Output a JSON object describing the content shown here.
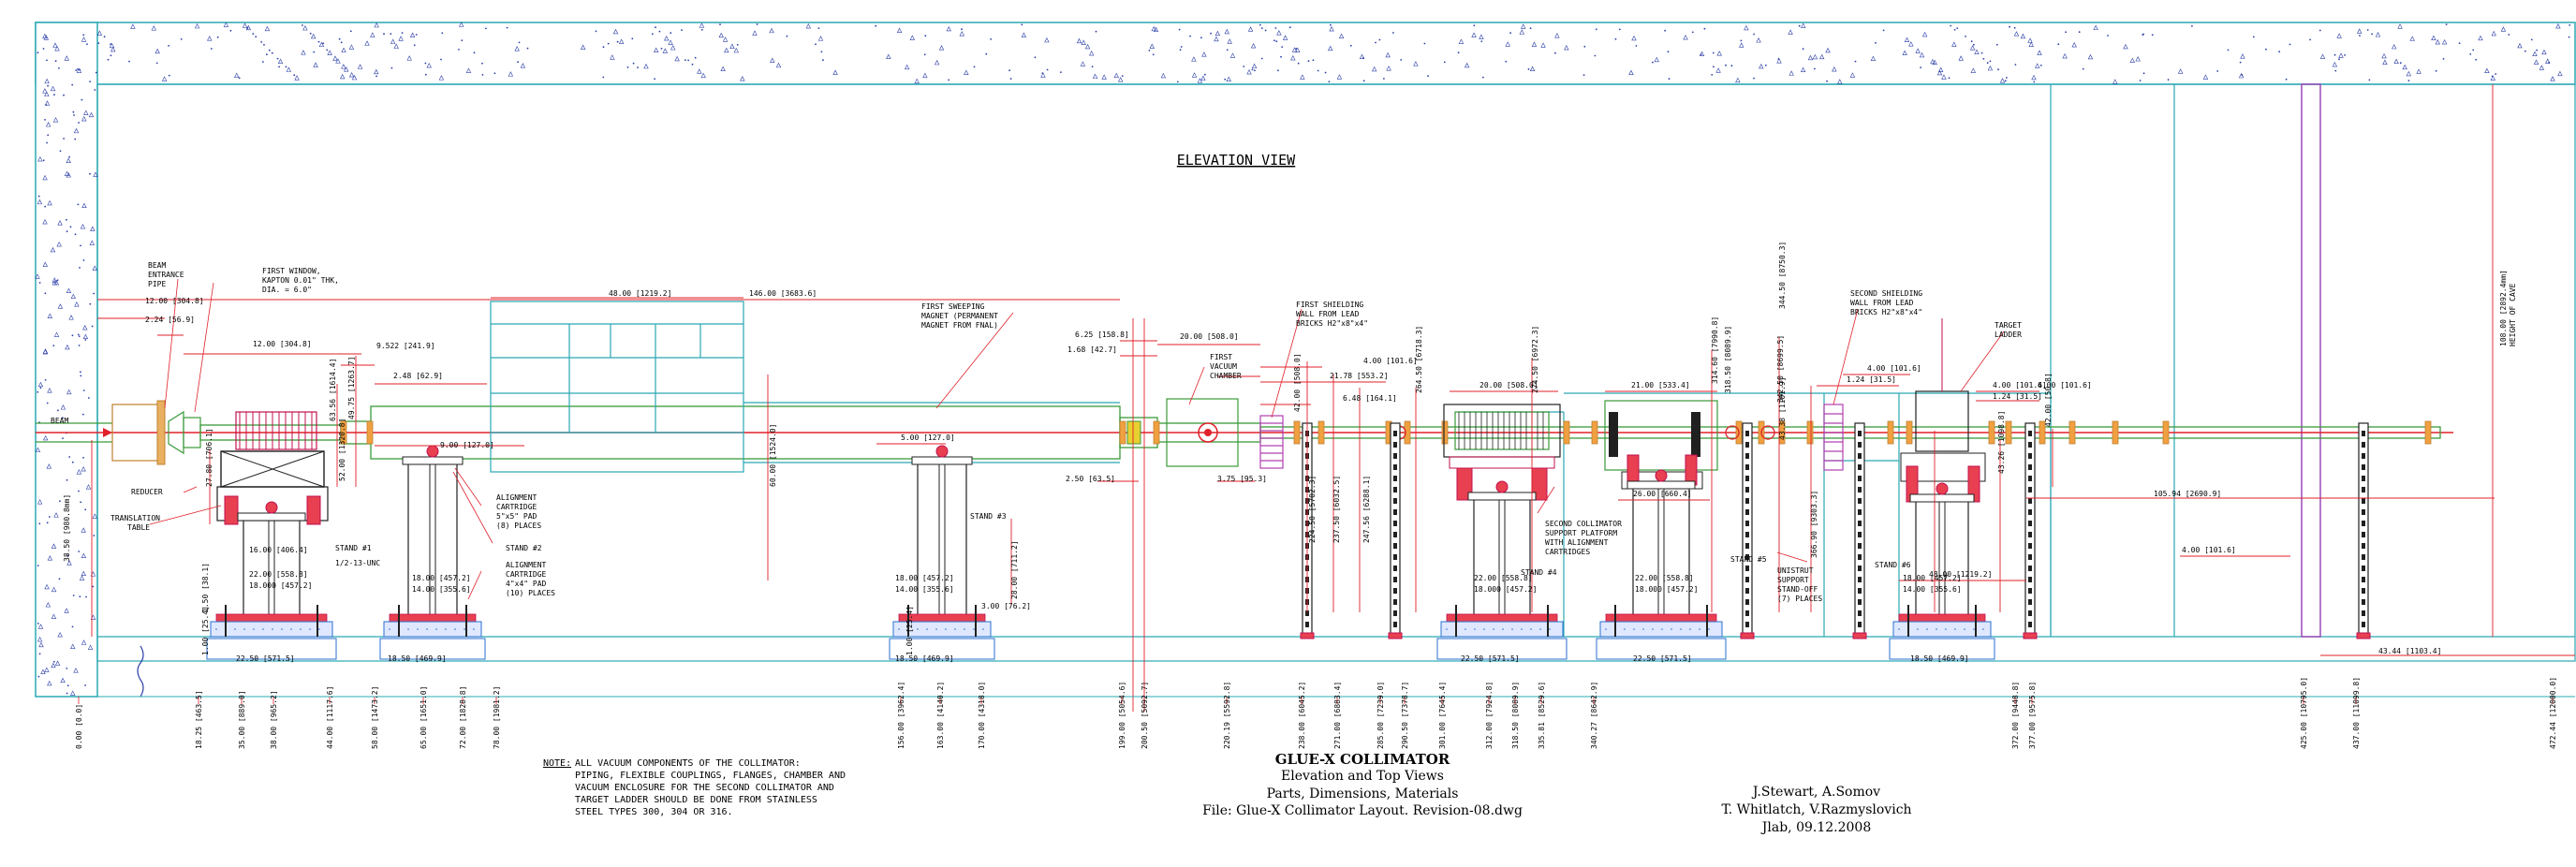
{
  "view_title": "ELEVATION VIEW",
  "title_block": {
    "line1": "GLUE-X COLLIMATOR",
    "line2": "Elevation and Top Views",
    "line3": "Parts, Dimensions, Materials",
    "line4": "File: Glue-X Collimator Layout. Revision-08.dwg",
    "authors1": "J.Stewart, A.Somov",
    "authors2": "T. Whitlatch, V.Razmyslovich",
    "lab_date": "Jlab, 09.12.2008"
  },
  "note": {
    "head": "NOTE:",
    "lines": [
      "ALL VACUUM COMPONENTS OF THE COLLIMATOR:",
      "PIPING, FLEXIBLE COUPLINGS, FLANGES, CHAMBER AND",
      "VACUUM ENCLOSURE FOR THE SECOND COLLIMATOR AND",
      "TARGET LADDER SHOULD BE DONE FROM STAINLESS",
      "STEEL TYPES 300, 304 OR 316."
    ]
  },
  "labels": {
    "beam": "BEAM",
    "beam_pipe": [
      "BEAM",
      "ENTRANCE",
      "PIPE"
    ],
    "first_window": [
      "FIRST WINDOW,",
      "KAPTON 0.01\" THK,",
      "DIA. = 6.0\""
    ],
    "reducer": "REDUCER",
    "translation_table": [
      "TRANSLATION",
      "TABLE"
    ],
    "stand1": "STAND #1",
    "stand2": "STAND #2",
    "stand3": "STAND #3",
    "stand4": "STAND #4",
    "stand5": "STAND #5",
    "stand6": "STAND #6",
    "unc": "1/2-13-UNC",
    "cartridge1": [
      "ALIGNMENT",
      "CARTRIDGE",
      "5\"x5\" PAD",
      "(8) PLACES"
    ],
    "cartridge2": [
      "ALIGNMENT",
      "CARTRIDGE",
      "4\"x4\" PAD",
      "(10) PLACES"
    ],
    "sweep_magnet": [
      "FIRST SWEEPING",
      "MAGNET (PERMANENT",
      "MAGNET FROM FNAL)"
    ],
    "vacuum_chamber": [
      "FIRST",
      "VACUUM",
      "CHAMBER"
    ],
    "shield1": [
      "FIRST SHIELDING",
      "WALL FROM LEAD",
      "BRICKS H2\"x8\"x4\""
    ],
    "shield2": [
      "SECOND SHIELDING",
      "WALL FROM LEAD",
      "BRICKS H2\"x8\"x4\""
    ],
    "second_platform": [
      "SECOND COLLIMATOR",
      "SUPPORT PLATFORM",
      "WITH ALIGNMENT",
      "CARTRIDGES"
    ],
    "unistrut": [
      "UNISTRUT",
      "SUPPORT",
      "STAND-OFF",
      "(7) PLACES"
    ],
    "target_ladder": [
      "TARGET",
      "LADDER"
    ],
    "height_of_cave": [
      "108.00 [2892.4mm]",
      "HEIGHT OF CAVE"
    ]
  },
  "horizontal_dims": [
    "146.00 [3683.6]",
    "48.00 [1219.2]",
    "12.00 [304.8]",
    "2.24 [56.9]",
    "12.00 [304.8]",
    "9.522 [241.9]",
    "2.48 [62.9]",
    "9.00 [127.0]",
    "5.00 [127.0]",
    "6.25 [158.8]",
    "1.68 [42.7]",
    "20.00 [508.0]",
    "4.00 [101.6]",
    "4.00 [101.6]",
    "21.78 [553.2]",
    "6.48 [164.1]",
    "20.00 [508.0]",
    "21.00 [533.4]",
    "26.00 [660.4]",
    "4.00 [101.6]",
    "1.24 [31.5]",
    "4.00 [101.6]",
    "1.24 [31.5]",
    "2.50 [63.5]",
    "3.75 [95.3]",
    "105.94 [2690.9]",
    "48.00 [1219.2]",
    "4.00 [101.6]",
    "43.44 [1103.4]",
    "16.00 [406.4]",
    "22.00 [558.8]",
    "18.000 [457.2]",
    "18.00 [457.2]",
    "14.00 [355.6]",
    "22.50 [571.5]",
    "18.50 [469.9]",
    "18.00 [457.2]",
    "14.00 [355.6]",
    "18.50 [469.9]",
    "22.00 [558.8]",
    "18.000 [457.2]",
    "22.50 [571.5]",
    "22.00 [558.8]",
    "18.000 [457.2]",
    "22.50 [571.5]",
    "18.00 [457.2]",
    "14.00 [355.6]",
    "18.50 [469.9]",
    "3.00 [76.2]"
  ],
  "vertical_dims": [
    "38.50 [980.8mm]",
    "27.80 [706.1]",
    "1.50 [38.1]",
    "60.00 [1524.0]",
    "28.00 [711.2]",
    "224.50 [5702.3]",
    "237.50 [6032.5]",
    "247.56 [6288.1]",
    "264.50 [6718.3]",
    "274.50 [6972.3]",
    "314.60 [7990.8]",
    "318.50 [8089.9]",
    "342.50 [8699.5]",
    "344.50 [8750.3]",
    "366.90 [9303.3]",
    "43.38 [1101.9]",
    "43.26 [1098.8]",
    "42.00 [508.0]",
    "42.00 [50.8]",
    "1.00 [25.4]",
    "1.00 [25.4]",
    "52.00 [1320.8]",
    "63.56 [1614.4]",
    "49.75 [1263.7]"
  ],
  "bottom_ruler": [
    "0.00 [0.0]",
    "18.25 [463.5]",
    "35.00 [889.0]",
    "38.00 [965.2]",
    "44.00 [1117.6]",
    "58.00 [1473.2]",
    "65.00 [1651.0]",
    "72.00 [1828.8]",
    "78.00 [1981.2]",
    "156.00 [3962.4]",
    "163.00 [4140.2]",
    "170.00 [4318.0]",
    "199.00 [5054.6]",
    "200.50 [5092.7]",
    "220.19 [5592.8]",
    "238.00 [6045.2]",
    "271.00 [6883.4]",
    "285.00 [7239.0]",
    "290.50 [7378.7]",
    "301.00 [7645.4]",
    "312.00 [7924.8]",
    "318.50 [8089.9]",
    "335.81 [8529.6]",
    "340.27 [8642.9]",
    "372.00 [9448.8]",
    "377.00 [9575.8]",
    "425.00 [10795.0]",
    "437.00 [11099.8]",
    "472.44 [12000.0]"
  ],
  "colors": {
    "cave_wall": "#2aa8b4",
    "concrete_dots": "#2b3ea8",
    "beam_line": "#e0202a",
    "dimension": "#e0202a",
    "cartridge": "#c01050",
    "vacuum_pipe": "#3a9a3a",
    "flange": "#c08030",
    "magnet_box": "#2aa8b4",
    "shield": "#b040b0",
    "stand": "#202020",
    "base_pad": "#2a6fd0",
    "ladder_col": "#9a4ab8"
  }
}
